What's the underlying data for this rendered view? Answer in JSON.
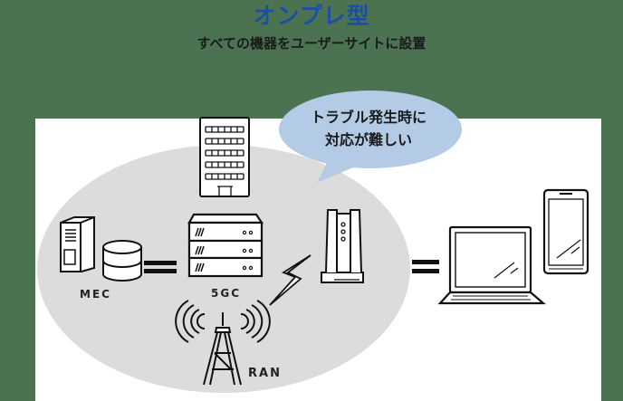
{
  "header": {
    "title": "オンプレ型",
    "subtitle": "すべての機器をユーザーサイトに設置"
  },
  "callout": {
    "line1": "トラブル発生時に",
    "line2": "対応が難しい"
  },
  "labels": {
    "mec": "MEC",
    "core": "5GC",
    "ran": "RAN"
  },
  "icons": [
    "building-icon",
    "mec-server-icon",
    "database-icon",
    "core-server-rack-icon",
    "base-station-unit-icon",
    "lightning-icon",
    "radio-tower-icon",
    "laptop-icon",
    "smartphone-icon"
  ],
  "colors": {
    "background": "#4b7351",
    "title": "#1d4fa0",
    "site_area": "#dcdcdc",
    "callout": "#b3cbe4"
  }
}
